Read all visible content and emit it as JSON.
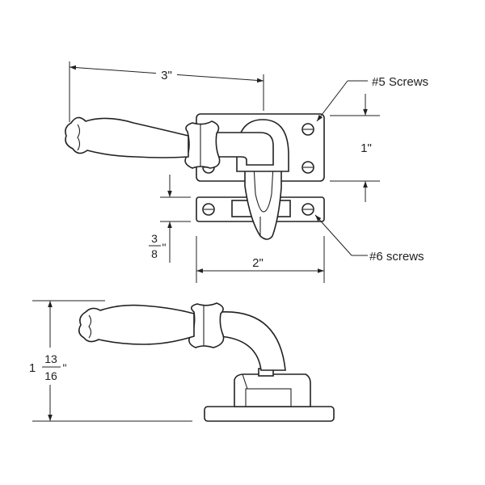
{
  "dimensions": {
    "width_top": "3\"",
    "plate_height": "1\"",
    "keeper_width": "2\"",
    "keeper_gap_num": "3",
    "keeper_gap_den": "8",
    "keeper_gap_unit": "\"",
    "height_whole": "1",
    "height_num": "13",
    "height_den": "16",
    "height_unit": "\""
  },
  "callouts": {
    "plate_screws": "#5 Screws",
    "keeper_screws": "#6 screws"
  }
}
